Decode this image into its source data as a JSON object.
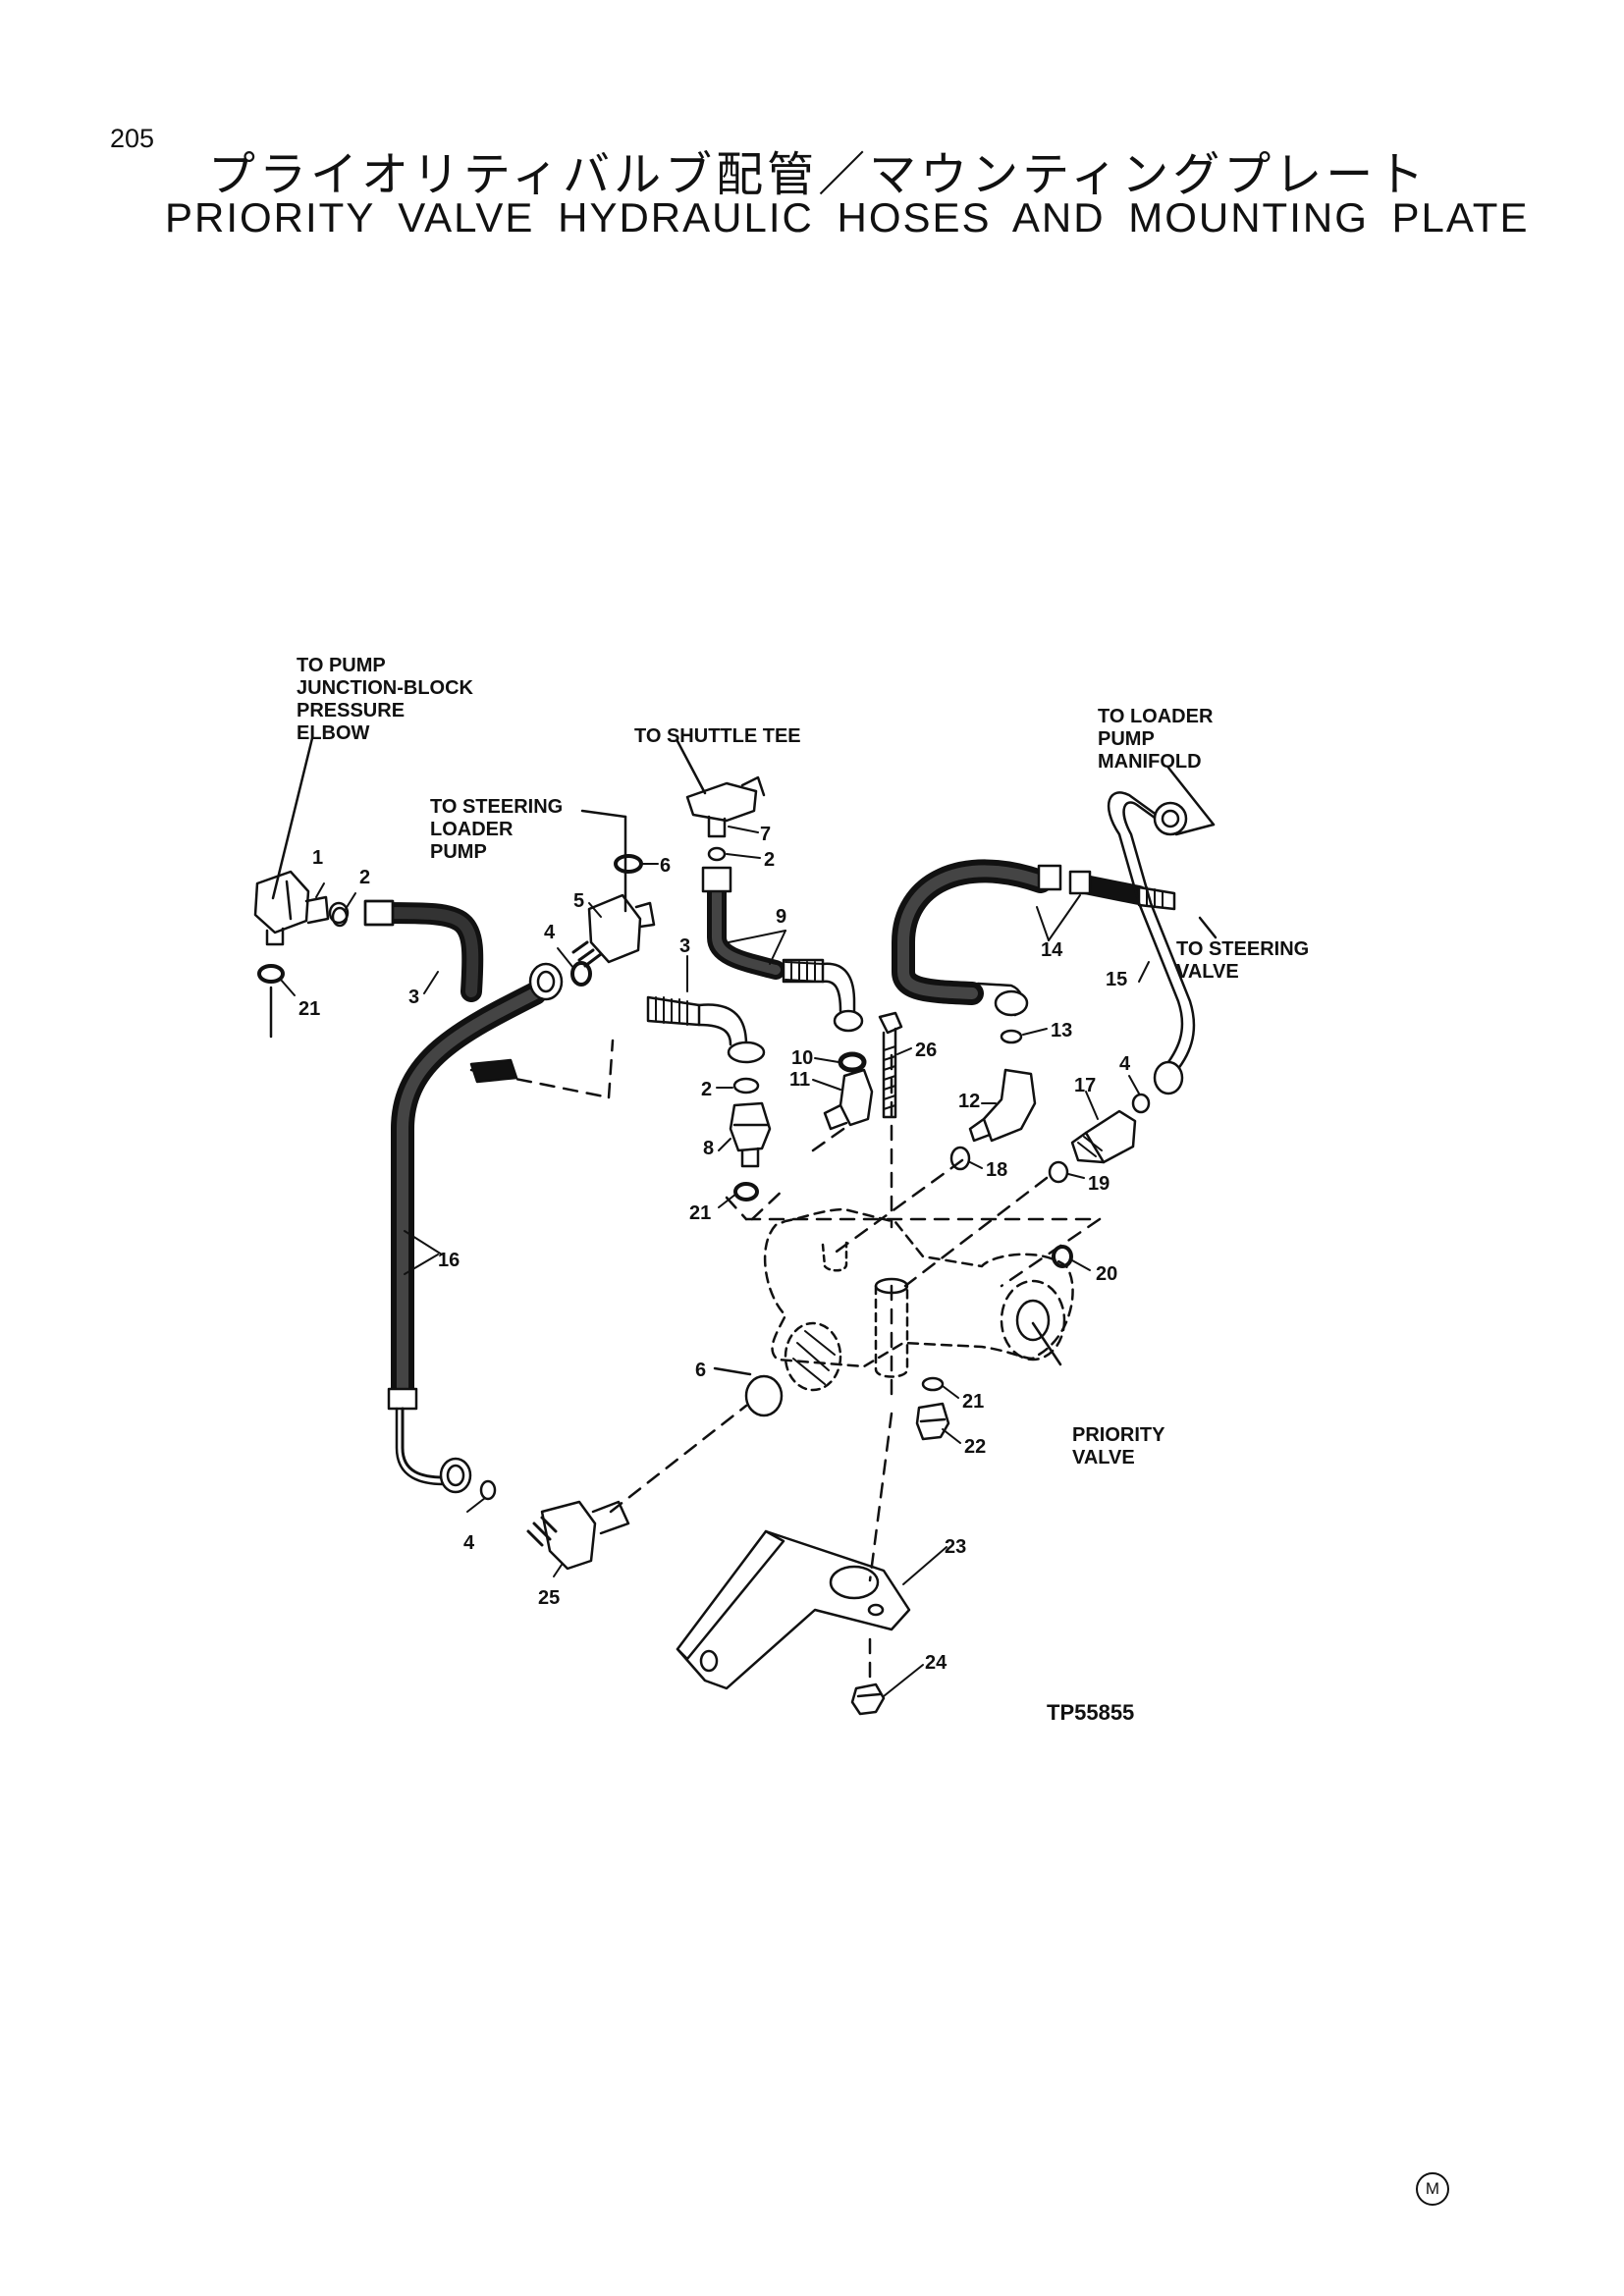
{
  "page": {
    "number": "205",
    "title_jp": "プライオリティバルブ配管／マウンティングプレート",
    "title_en": "PRIORITY VALVE HYDRAULIC HOSES AND MOUNTING PLATE"
  },
  "notes": {
    "pump_junction": [
      "TO PUMP",
      "JUNCTION-BLOCK",
      "PRESSURE",
      "ELBOW"
    ],
    "shuttle_tee": [
      "TO SHUTTLE TEE"
    ],
    "steering_loader_pump": [
      "TO STEERING",
      "LOADER",
      "PUMP"
    ],
    "loader_pump_manifold": [
      "TO LOADER",
      "PUMP",
      "MANIFOLD"
    ],
    "steering_valve": [
      "TO STEERING",
      "VALVE"
    ],
    "priority_valve": [
      "PRIORITY",
      "VALVE"
    ]
  },
  "callouts": [
    "1",
    "2",
    "21",
    "3",
    "4",
    "5",
    "6",
    "7",
    "2",
    "9",
    "3",
    "10",
    "26",
    "11",
    "2",
    "8",
    "21",
    "14",
    "13",
    "12",
    "15",
    "17",
    "4",
    "18",
    "19",
    "16",
    "20",
    "6",
    "21",
    "22",
    "4",
    "25",
    "23",
    "24"
  ],
  "drawing_id": "TP55855",
  "mark": "M"
}
